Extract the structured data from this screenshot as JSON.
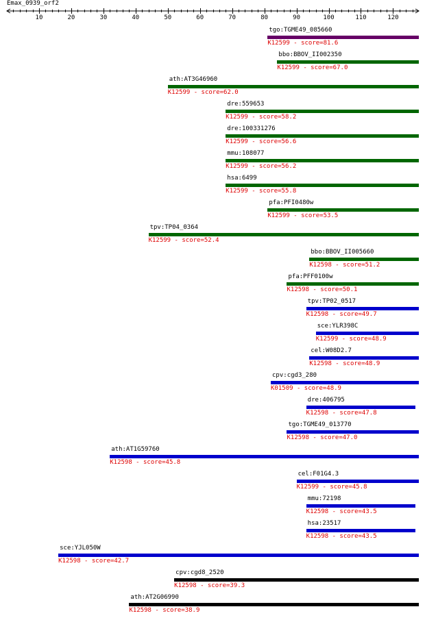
{
  "sequence": {
    "name": "Emax_0939_orf2",
    "length": 128
  },
  "axis": {
    "ticks": [
      10,
      20,
      30,
      40,
      50,
      60,
      70,
      80,
      90,
      100,
      110,
      120
    ]
  },
  "colors": {
    "purple": "#660066",
    "green": "#006600",
    "blue": "#0000cc",
    "black": "#000000",
    "score_text": "#dd0000"
  },
  "hits": [
    {
      "name": "tgo:TGME49_085660",
      "score_label": "K12599 - score=81.6",
      "start": 81,
      "end": 128,
      "color": "purple"
    },
    {
      "name": "bbo:BBOV_II002350",
      "score_label": "K12599 - score=67.0",
      "start": 84,
      "end": 128,
      "color": "green"
    },
    {
      "name": "ath:AT3G46960",
      "score_label": "K12599 - score=62.0",
      "start": 50,
      "end": 128,
      "color": "green"
    },
    {
      "name": "dre:559653",
      "score_label": "K12599 - score=58.2",
      "start": 68,
      "end": 128,
      "color": "green"
    },
    {
      "name": "dre:100331276",
      "score_label": "K12599 - score=56.6",
      "start": 68,
      "end": 128,
      "color": "green"
    },
    {
      "name": "mmu:108077",
      "score_label": "K12599 - score=56.2",
      "start": 68,
      "end": 128,
      "color": "green"
    },
    {
      "name": "hsa:6499",
      "score_label": "K12599 - score=55.8",
      "start": 68,
      "end": 128,
      "color": "green"
    },
    {
      "name": "pfa:PFI0480w",
      "score_label": "K12599 - score=53.5",
      "start": 81,
      "end": 128,
      "color": "green"
    },
    {
      "name": "tpv:TP04_0364",
      "score_label": "K12599 - score=52.4",
      "start": 44,
      "end": 128,
      "color": "green"
    },
    {
      "name": "bbo:BBOV_II005660",
      "score_label": "K12598 - score=51.2",
      "start": 94,
      "end": 128,
      "color": "green"
    },
    {
      "name": "pfa:PFF0100w",
      "score_label": "K12598 - score=50.1",
      "start": 87,
      "end": 128,
      "color": "green"
    },
    {
      "name": "tpv:TP02_0517",
      "score_label": "K12598 - score=49.7",
      "start": 93,
      "end": 128,
      "color": "blue"
    },
    {
      "name": "sce:YLR398C",
      "score_label": "K12599 - score=48.9",
      "start": 96,
      "end": 128,
      "color": "blue"
    },
    {
      "name": "cel:W08D2.7",
      "score_label": "K12598 - score=48.9",
      "start": 94,
      "end": 128,
      "color": "blue"
    },
    {
      "name": "cpv:cgd3_280",
      "score_label": "K01509 - score=48.9",
      "start": 82,
      "end": 128,
      "color": "blue"
    },
    {
      "name": "dre:406795",
      "score_label": "K12598 - score=47.8",
      "start": 93,
      "end": 127,
      "color": "blue"
    },
    {
      "name": "tgo:TGME49_013770",
      "score_label": "K12598 - score=47.0",
      "start": 87,
      "end": 128,
      "color": "blue"
    },
    {
      "name": "ath:AT1G59760",
      "score_label": "K12598 - score=45.8",
      "start": 32,
      "end": 128,
      "color": "blue"
    },
    {
      "name": "cel:F01G4.3",
      "score_label": "K12599 - score=45.8",
      "start": 90,
      "end": 128,
      "color": "blue"
    },
    {
      "name": "mmu:72198",
      "score_label": "K12598 - score=43.5",
      "start": 93,
      "end": 127,
      "color": "blue"
    },
    {
      "name": "hsa:23517",
      "score_label": "K12598 - score=43.5",
      "start": 93,
      "end": 127,
      "color": "blue"
    },
    {
      "name": "sce:YJL050W",
      "score_label": "K12598 - score=42.7",
      "start": 16,
      "end": 128,
      "color": "blue"
    },
    {
      "name": "cpv:cgd8_2520",
      "score_label": "K12598 - score=39.3",
      "start": 52,
      "end": 128,
      "color": "black"
    },
    {
      "name": "ath:AT2G06990",
      "score_label": "K12598 - score=38.9",
      "start": 38,
      "end": 128,
      "color": "black"
    }
  ]
}
